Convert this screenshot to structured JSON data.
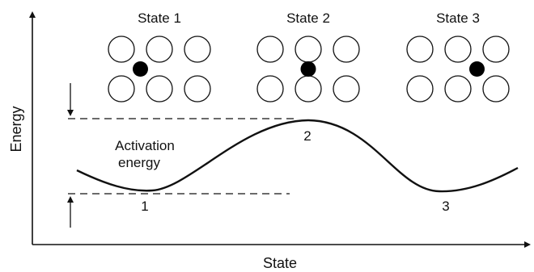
{
  "axes": {
    "y_label": "Energy",
    "x_label": "State"
  },
  "states": [
    {
      "title": "State 1",
      "interstitial_position": "left"
    },
    {
      "title": "State 2",
      "interstitial_position": "center"
    },
    {
      "title": "State 3",
      "interstitial_position": "right"
    }
  ],
  "curve": {
    "point_labels": [
      "1",
      "2",
      "3"
    ]
  },
  "annotation": {
    "line1": "Activation",
    "line2": "energy"
  },
  "colors": {
    "ink": "#111111",
    "atom_fill": "#ffffff",
    "interstitial_fill": "#000000"
  }
}
